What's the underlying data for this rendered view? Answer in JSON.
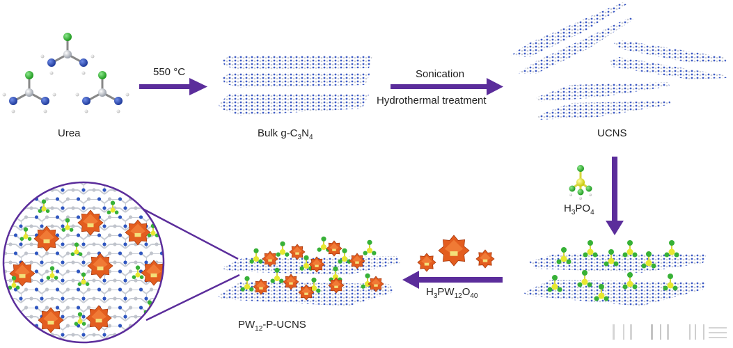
{
  "title": "Synthesis scheme of PW12-P-UCNS",
  "colors": {
    "arrow": "#5b2d9b",
    "carbon": "#b8bcc4",
    "nitrogen": "#2f4fb5",
    "oxygen_green": "#3cb43c",
    "phosphorus": "#e6e62a",
    "hydrogen": "#e8e8e8",
    "polyoxometalate": "#e05a1e",
    "magnifier_ring": "#5b2d9b"
  },
  "stages": [
    {
      "id": "urea",
      "label": "Urea"
    },
    {
      "id": "bulk",
      "label_main": "Bulk g-C",
      "sub1": "3",
      "mid": "N",
      "sub2": "4"
    },
    {
      "id": "ucns",
      "label": "UCNS"
    },
    {
      "id": "p-ucns",
      "label": ""
    },
    {
      "id": "pw12",
      "label_main": "PW",
      "sub1": "12",
      "suffix": "-P-UCNS"
    }
  ],
  "steps": [
    {
      "id": "step1",
      "label": "550 °C",
      "direction": "right"
    },
    {
      "id": "step2",
      "label_top": "Sonication",
      "label_bottom": "Hydrothermal treatment",
      "direction": "right"
    },
    {
      "id": "step3",
      "reagent_main": "H",
      "sub1": "3",
      "mid": "PO",
      "sub2": "4",
      "direction": "down"
    },
    {
      "id": "step4",
      "reagent_main": "H",
      "sub1": "3",
      "mid": "PW",
      "sub2": "12",
      "mid2": "O",
      "sub3": "40",
      "direction": "left"
    }
  ],
  "magnifier": {
    "label": "Zoomed view of PW12-P-UCNS surface"
  }
}
